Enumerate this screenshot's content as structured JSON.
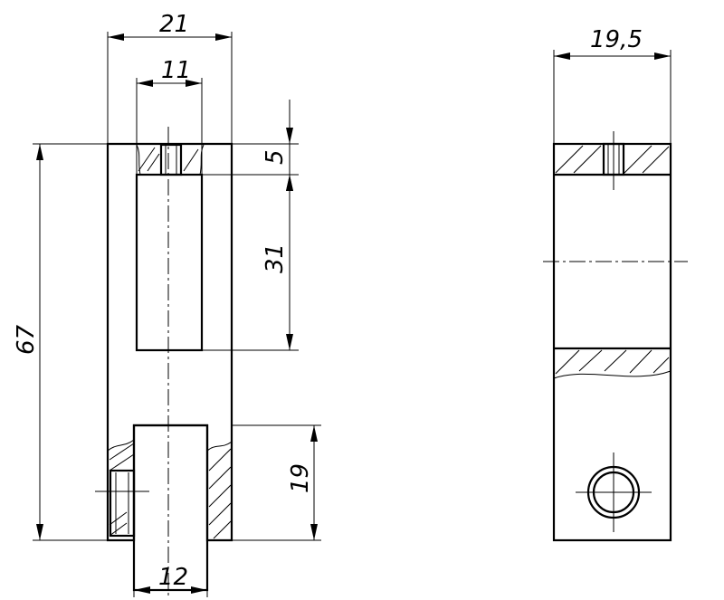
{
  "front_view": {
    "overall_width": "21",
    "slot_width": "11",
    "top_thread_depth": "5",
    "slot_depth": "31",
    "overall_height": "67",
    "bottom_bore_height": "19",
    "bottom_bore_width": "12"
  },
  "side_view": {
    "overall_width": "19,5"
  }
}
